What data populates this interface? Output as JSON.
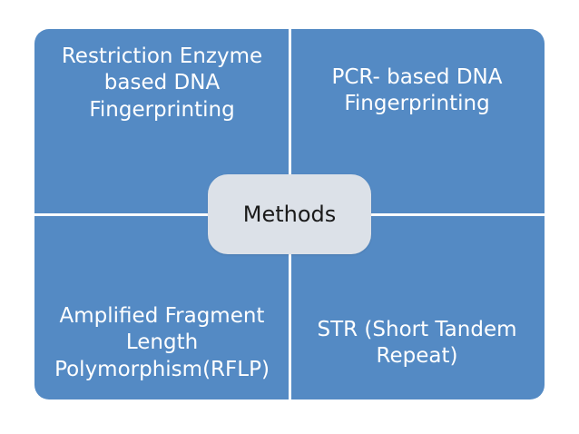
{
  "diagram": {
    "type": "matrix-four-quadrant",
    "center_label": "Methods",
    "colors": {
      "quadrant_fill": "#548AC4",
      "divider": "#FFFFFF",
      "center_fill": "#DCE1E8",
      "quadrant_text": "#FFFFFF",
      "center_text": "#1A1A1A",
      "background": "#FFFFFF"
    },
    "quadrants": [
      {
        "position": "top-left",
        "label": "Restriction Enzyme based DNA Fingerprinting"
      },
      {
        "position": "top-right",
        "label": "PCR- based DNA Fingerprinting"
      },
      {
        "position": "bottom-left",
        "label": "Amplified Fragment Length Polymorphism(RFLP)"
      },
      {
        "position": "bottom-right",
        "label": "STR (Short Tandem Repeat)"
      }
    ]
  }
}
